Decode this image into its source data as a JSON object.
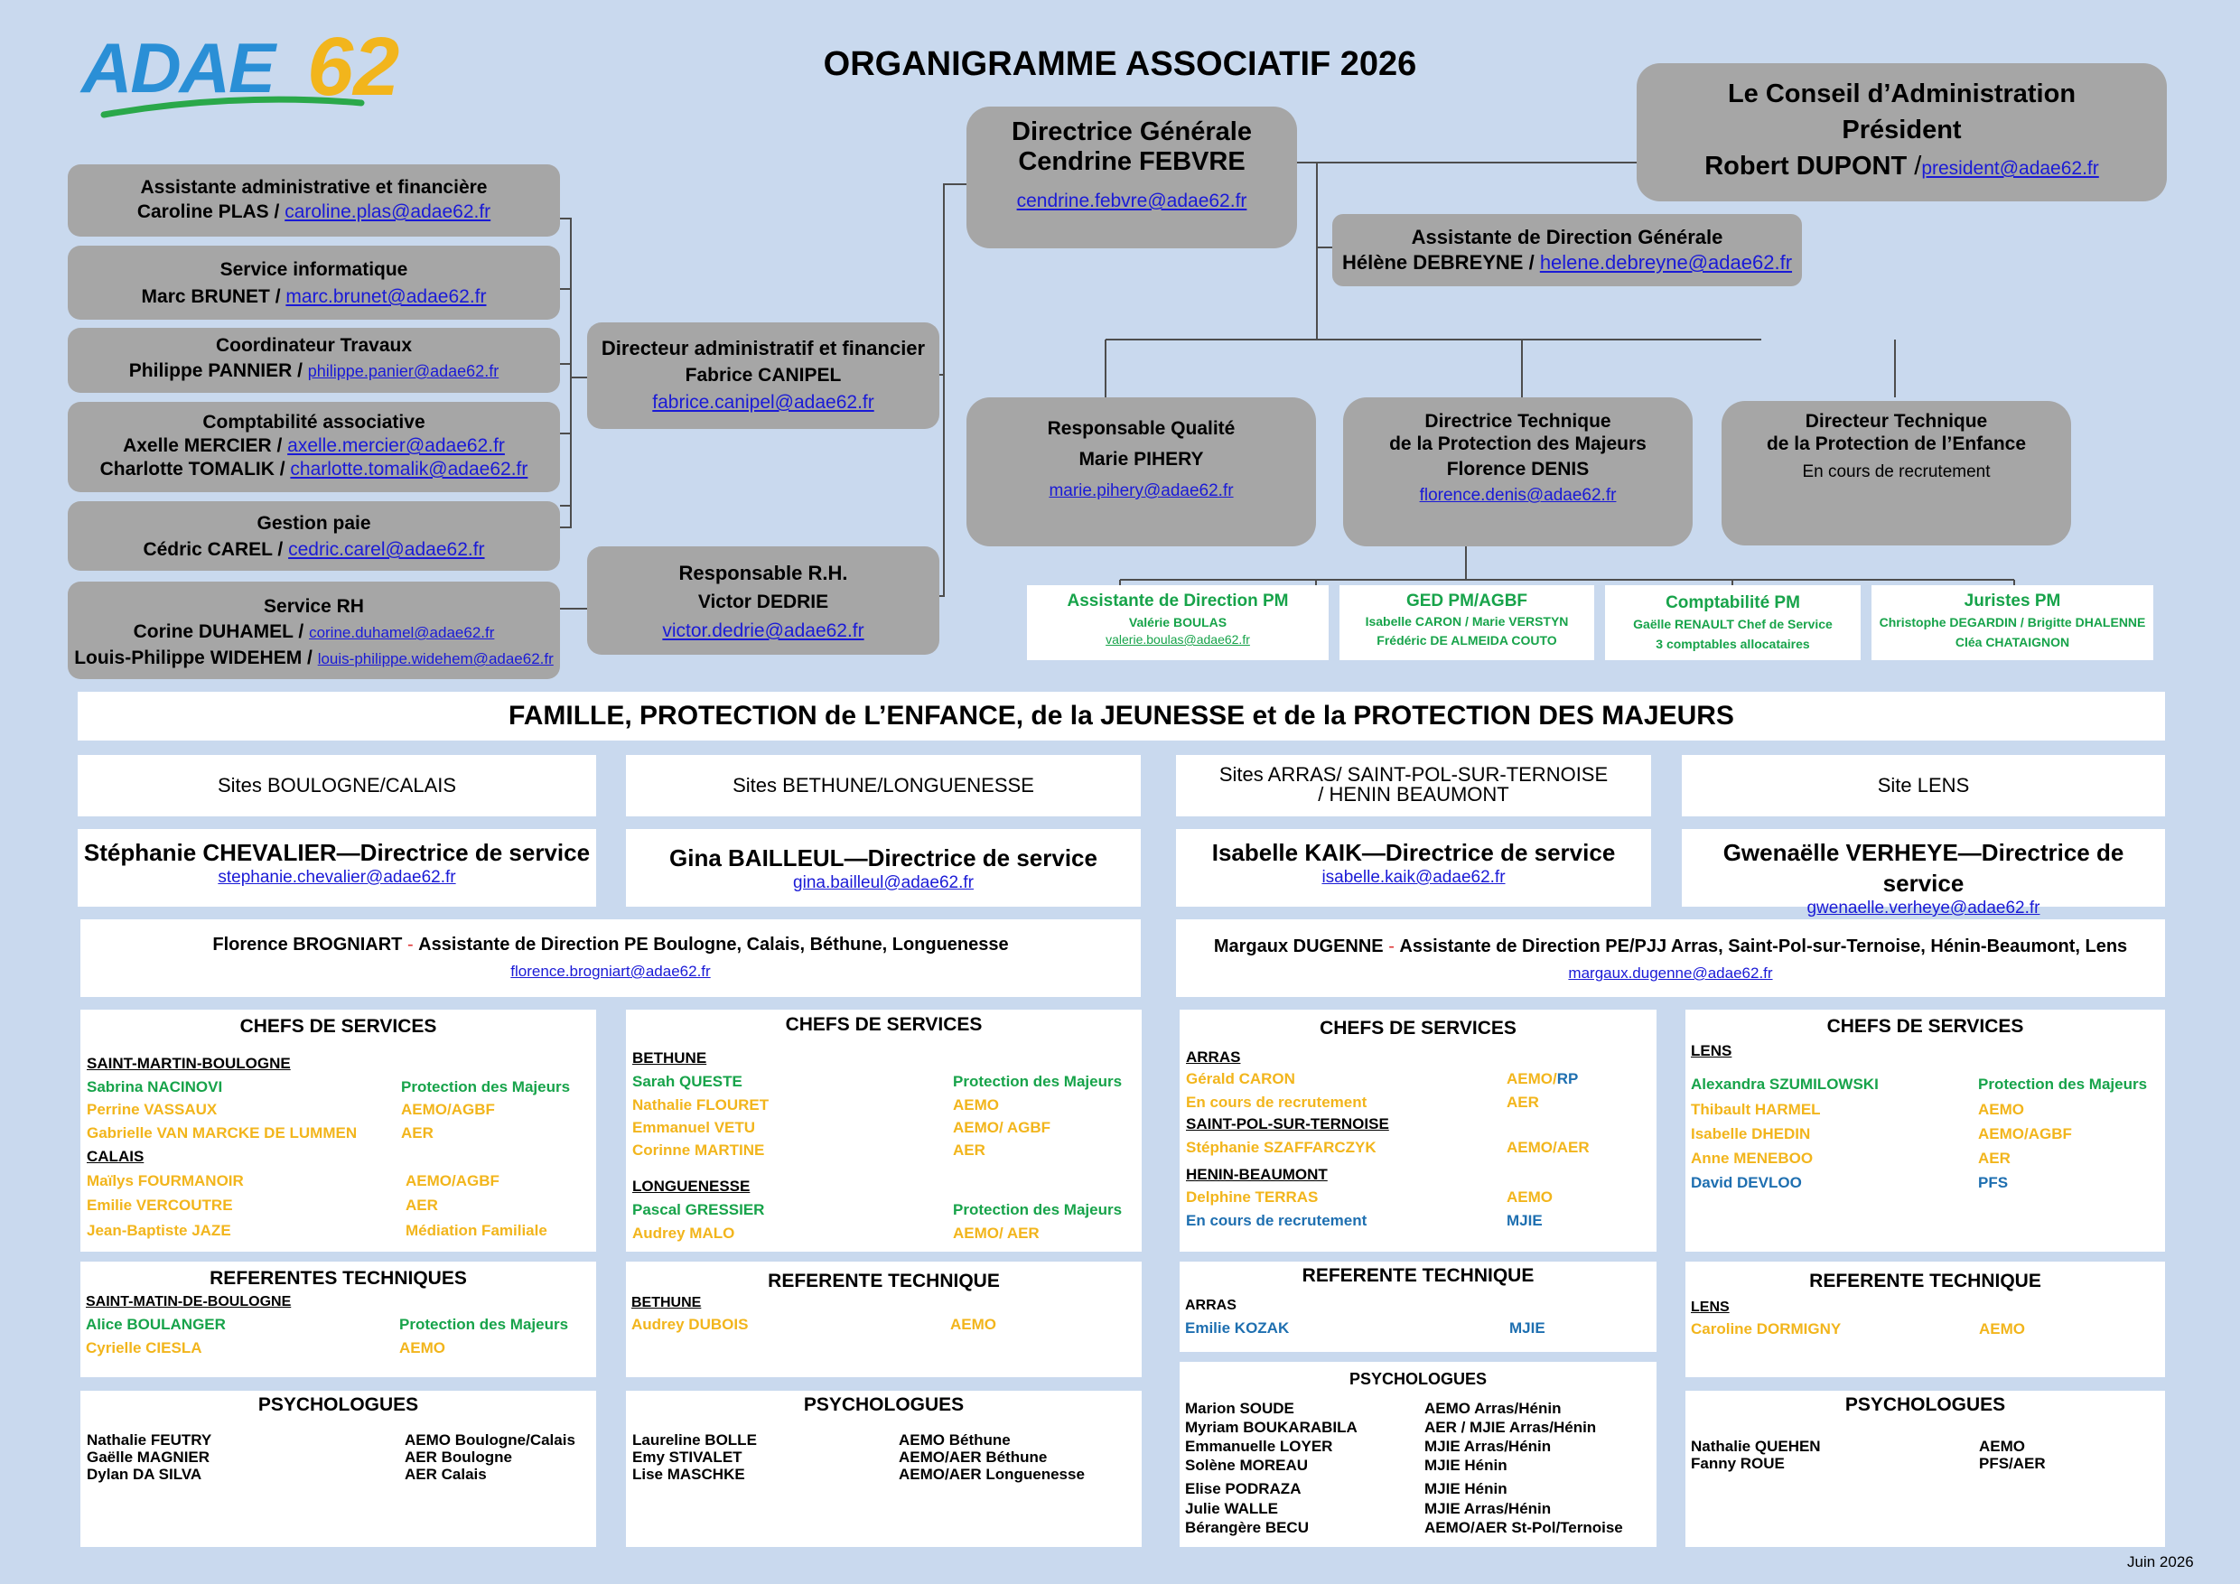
{
  "logo": {
    "text_a": "ADAE",
    "text_b": "62"
  },
  "title": "ORGANIGRAMME ASSOCIATIF 2026",
  "conseil": {
    "l1": "Le Conseil d’Administration",
    "l2": "Président",
    "name": "Robert DUPONT",
    "sep": " /",
    "email": "president@adae62.fr"
  },
  "dg": {
    "l1": "Directrice Générale",
    "l2": "Cendrine FEBVRE",
    "email": "cendrine.febvre@adae62.fr"
  },
  "adg": {
    "title": "Assistante de Direction Générale",
    "name": "Hélène DEBREYNE / ",
    "email": "helene.debreyne@adae62.fr"
  },
  "left_boxes": [
    {
      "title": "Assistante administrative et financière",
      "name": "Caroline PLAS / ",
      "email": "caroline.plas@adae62.fr"
    },
    {
      "title": "Service informatique",
      "name": "Marc BRUNET / ",
      "email": "marc.brunet@adae62.fr"
    },
    {
      "title": "Coordinateur Travaux",
      "name": "Philippe PANNIER / ",
      "email": "philippe.panier@adae62.fr"
    },
    {
      "title": "Comptabilité associative",
      "name": "Axelle MERCIER / ",
      "email": "axelle.mercier@adae62.fr",
      "name2": "Charlotte TOMALIK / ",
      "email2": "charlotte.tomalik@adae62.fr"
    },
    {
      "title": "Gestion paie",
      "name": "Cédric CAREL / ",
      "email": "cedric.carel@adae62.fr"
    },
    {
      "title": "Service RH",
      "name": "Corine DUHAMEL / ",
      "email": "corine.duhamel@adae62.fr",
      "name2": "Louis-Philippe WIDEHEM / ",
      "email2": "louis-philippe.widehem@adae62.fr"
    }
  ],
  "daf": {
    "title": "Directeur administratif et financier",
    "name": "Fabrice CANIPEL",
    "email": "fabrice.canipel@adae62.fr"
  },
  "rh": {
    "title": "Responsable R.H.",
    "name": "Victor DEDRIE",
    "email": "victor.dedrie@adae62.fr"
  },
  "qualite": {
    "title": "Responsable Qualité",
    "name": "Marie PIHERY",
    "email": "marie.pihery@adae62.fr"
  },
  "dtpm": {
    "l1": "Directrice Technique",
    "l2": "de la Protection des Majeurs",
    "name": "Florence DENIS",
    "email": "florence.denis@adae62.fr"
  },
  "dtpe": {
    "l1": "Directeur Technique",
    "l2": "de la Protection de l’Enfance",
    "note": "En cours de recrutement"
  },
  "pm_boxes": [
    {
      "title": "Assistante de Direction PM",
      "l1": "Valérie BOULAS",
      "email": "valerie.boulas@adae62.fr"
    },
    {
      "title": "GED PM/AGBF",
      "l1": "Isabelle CARON / Marie VERSTYN",
      "l2": "Frédéric DE ALMEIDA COUTO"
    },
    {
      "title": "Comptabilité PM",
      "l1": "Gaëlle RENAULT Chef de Service",
      "l2": "3 comptables allocataires"
    },
    {
      "title": "Juristes PM",
      "l1": "Christophe DEGARDIN / Brigitte DHALENNE",
      "l2": "Cléa CHATAIGNON"
    }
  ],
  "banner": "FAMILLE, PROTECTION de L’ENFANCE, de la JEUNESSE  et de la PROTECTION DES MAJEURS",
  "sites": [
    {
      "name": "Sites BOULOGNE/CALAIS",
      "director": "Stéphanie CHEVALIER—Directrice de service",
      "email": "stephanie.chevalier@adae62.fr"
    },
    {
      "name": "Sites BETHUNE/LONGUENESSE",
      "director": "Gina BAILLEUL—Directrice de service",
      "email": "gina.bailleul@adae62.fr"
    },
    {
      "name": "Sites ARRAS/ SAINT-POL-SUR-TERNOISE",
      "name2": "/ HENIN BEAUMONT",
      "director": "Isabelle KAIK—Directrice de service",
      "email": "isabelle.kaik@adae62.fr"
    },
    {
      "name": "Site LENS",
      "director": "Gwenaëlle VERHEYE—Directrice de service",
      "email": "gwenaelle.verheye@adae62.fr"
    }
  ],
  "assist_left": {
    "name": "Florence BROGNIART",
    "dash": " - ",
    "role": "Assistante de Direction PE Boulogne, Calais, Béthune, Longuenesse",
    "email": "florence.brogniart@adae62.fr"
  },
  "assist_right": {
    "name": "Margaux DUGENNE",
    "dash": " - ",
    "role": "Assistante de Direction PE/PJJ Arras, Saint-Pol-sur-Ternoise, Hénin-Beaumont, Lens",
    "email": "margaux.dugenne@adae62.fr"
  },
  "chefs_title": "CHEFS DE SERVICES",
  "ref_title_plural": "REFERENTES TECHNIQUES",
  "ref_title": "REFERENTE TECHNIQUE",
  "psy_title": "PSYCHOLOGUES",
  "col1": {
    "g1": "SAINT-MARTIN-BOULOGNE",
    "r": [
      {
        "n": "Sabrina NACINOVI",
        "s": "Protection des Majeurs"
      },
      {
        "n": "Perrine VASSAUX",
        "s": "AEMO/AGBF"
      },
      {
        "n": "Gabrielle VAN MARCKE DE LUMMEN",
        "s": "AER"
      },
      {
        "n": "Maïlys FOURMANOIR",
        "s": "AEMO/AGBF"
      },
      {
        "n": "Emilie VERCOUTRE",
        "s": "AER"
      },
      {
        "n": "Jean-Baptiste JAZE",
        "s": "Médiation Familiale"
      }
    ],
    "g2": "CALAIS",
    "ref_g": "SAINT-MATIN-DE-BOULOGNE",
    "ref": [
      {
        "n": "Alice BOULANGER",
        "s": "Protection des Majeurs"
      },
      {
        "n": "Cyrielle CIESLA",
        "s": "AEMO"
      }
    ],
    "psy": [
      {
        "n": "Nathalie FEUTRY",
        "s": "AEMO  Boulogne/Calais"
      },
      {
        "n": "Gaëlle MAGNIER",
        "s": "AER Boulogne"
      },
      {
        "n": "Dylan DA SILVA",
        "s": "AER Calais"
      }
    ]
  },
  "col2": {
    "g1": "BETHUNE",
    "r": [
      {
        "n": "Sarah QUESTE",
        "s": "Protection des Majeurs"
      },
      {
        "n": "Nathalie FLOURET",
        "s": "AEMO"
      },
      {
        "n": "Emmanuel VETU",
        "s": "AEMO/ AGBF"
      },
      {
        "n": "Corinne MARTINE",
        "s": "AER"
      },
      {
        "n": "Pascal GRESSIER",
        "s": "Protection des Majeurs"
      },
      {
        "n": "Audrey MALO",
        "s": "AEMO/ AER"
      }
    ],
    "g2": "LONGUENESSE",
    "ref_g": "BETHUNE",
    "ref": [
      {
        "n": "Audrey DUBOIS",
        "s": "AEMO"
      }
    ],
    "psy": [
      {
        "n": "Laureline BOLLE",
        "s": "AEMO Béthune"
      },
      {
        "n": "Emy STIVALET",
        "s": "AEMO/AER Béthune"
      },
      {
        "n": "Lise MASCHKE",
        "s": "AEMO/AER Longuenesse"
      }
    ]
  },
  "col3": {
    "g1": "ARRAS",
    "g2": "SAINT-POL-SUR-TERNOISE",
    "g3": "HENIN-BEAUMONT",
    "r": [
      {
        "n": "Gérald CARON",
        "s": "AEMO/",
        "s2": "RP"
      },
      {
        "n": "En cours de recrutement",
        "s": "AER"
      },
      {
        "n": "Stéphanie SZAFFARCZYK",
        "s": "AEMO/AER"
      },
      {
        "n": "Delphine TERRAS",
        "s": "AEMO"
      },
      {
        "n": "En cours de recrutement",
        "s": "MJIE"
      }
    ],
    "ref_g": "ARRAS",
    "ref": [
      {
        "n": "Emilie KOZAK",
        "s": "MJIE"
      }
    ],
    "psy": [
      {
        "n": "Marion SOUDE",
        "s": "AEMO  Arras/Hénin"
      },
      {
        "n": "Myriam BOUKARABILA",
        "s": "AER / MJIE Arras/Hénin"
      },
      {
        "n": "Emmanuelle LOYER",
        "s": "MJIE Arras/Hénin"
      },
      {
        "n": "Solène MOREAU",
        "s": "MJIE Hénin"
      },
      {
        "n": "Elise PODRAZA",
        "s": "MJIE Hénin"
      },
      {
        "n": "Julie WALLE",
        "s": "MJIE Arras/Hénin"
      },
      {
        "n": "Bérangère BECU",
        "s": "AEMO/AER St-Pol/Ternoise"
      }
    ]
  },
  "col4": {
    "g1": "LENS",
    "r": [
      {
        "n": "Alexandra SZUMILOWSKI",
        "s": "Protection des Majeurs"
      },
      {
        "n": "Thibault HARMEL",
        "s": "AEMO"
      },
      {
        "n": "Isabelle DHEDIN",
        "s": "AEMO/AGBF"
      },
      {
        "n": "Anne MENEBOO",
        "s": "AER"
      },
      {
        "n": "David DEVLOO",
        "s": "PFS"
      }
    ],
    "ref_g": "LENS",
    "ref": [
      {
        "n": "Caroline DORMIGNY",
        "s": "AEMO"
      }
    ],
    "psy": [
      {
        "n": "Nathalie QUEHEN",
        "s": "AEMO"
      },
      {
        "n": "Fanny ROUE",
        "s": "PFS/AER"
      }
    ]
  },
  "footer": "Juin 2026"
}
